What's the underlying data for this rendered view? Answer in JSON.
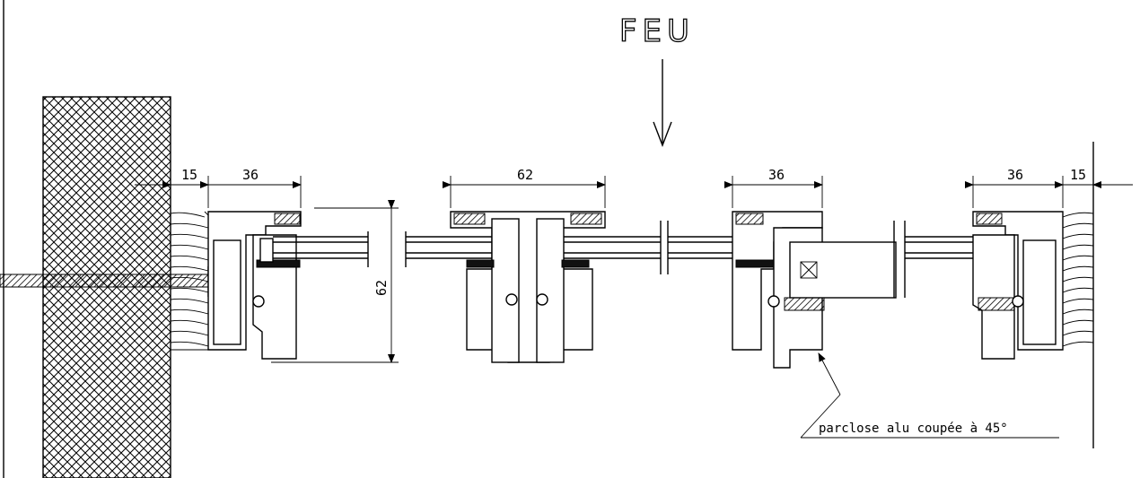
{
  "title": "FEU",
  "dimensions": {
    "left_gap": "15",
    "left_profile": "36",
    "center_profile": "62",
    "right_inner_profile": "36",
    "right_profile": "36",
    "right_gap": "15",
    "vertical_depth": "62"
  },
  "annotation": "parclose alu coupée à 45°"
}
